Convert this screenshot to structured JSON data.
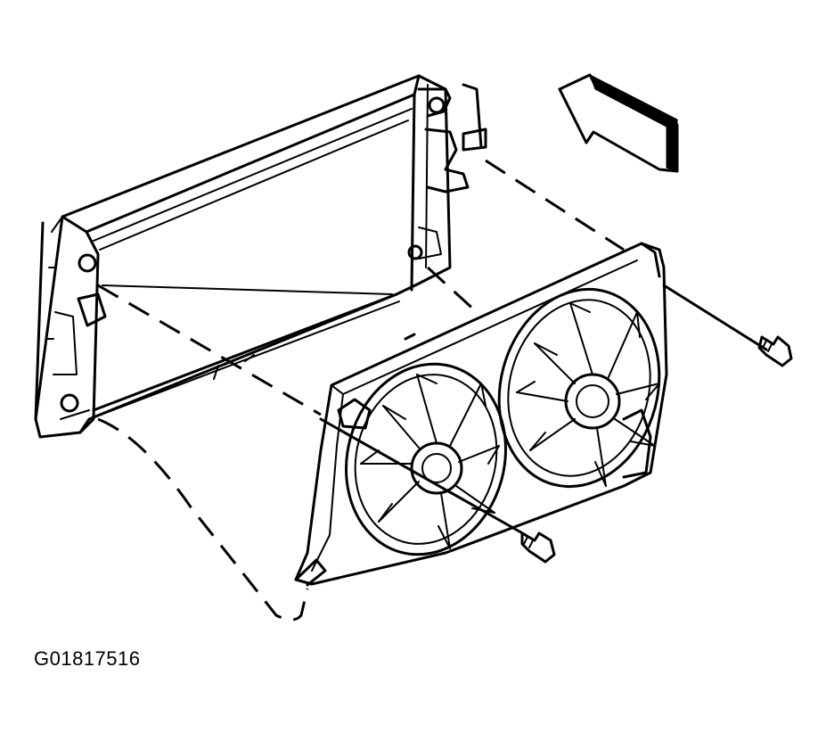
{
  "figure": {
    "code": "G01817516"
  },
  "colors": {
    "ink": "#000000",
    "paper": "#ffffff"
  },
  "parts": [
    {
      "name": "radiator",
      "icon": "radiator-drawing"
    },
    {
      "name": "cooling-fan-shroud",
      "icon": "fan-shroud-drawing"
    },
    {
      "name": "left-fan",
      "icon": "fan-blades-drawing"
    },
    {
      "name": "right-fan",
      "icon": "fan-blades-drawing"
    },
    {
      "name": "upper-bolt",
      "icon": "bolt-drawing"
    },
    {
      "name": "lower-bolt",
      "icon": "bolt-drawing"
    },
    {
      "name": "front-direction-arrow",
      "icon": "arrow-drawing"
    }
  ]
}
